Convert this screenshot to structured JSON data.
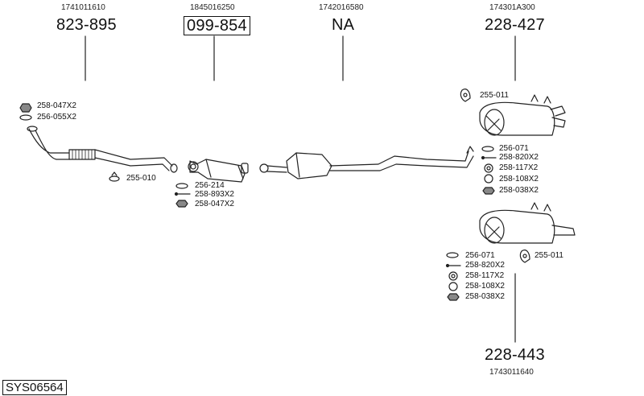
{
  "parts": [
    {
      "ref": "1741011610",
      "number": "823-895"
    },
    {
      "ref": "1845016250",
      "number": "099-854"
    },
    {
      "ref": "1742016580",
      "number": "NA"
    },
    {
      "ref": "174301A300",
      "number": "228-427"
    },
    {
      "ref": "1743011640",
      "number": "228-443"
    }
  ],
  "labels": {
    "front_gasket": "256-055X2",
    "front_nut": "258-047X2",
    "hanger_front": "255-010",
    "cat_gasket": "256-214",
    "cat_bolt": "258-893X2",
    "cat_nut": "258-047X2",
    "rear_hanger_top": "255-011",
    "rear_top_gasket": "256-071",
    "rear_top_bolt": "258-820X2",
    "rear_top_ring_a": "258-117X2",
    "rear_top_ring_b": "258-108X2",
    "rear_top_nut": "258-038X2",
    "rear_bottom_gasket": "256-071",
    "rear_bottom_bolt": "258-820X2",
    "rear_bottom_ring_a": "258-117X2",
    "rear_bottom_ring_b": "258-108X2",
    "rear_bottom_nut": "258-038X2",
    "rear_hanger_bottom": "255-011"
  },
  "system_code": "SYS06564"
}
